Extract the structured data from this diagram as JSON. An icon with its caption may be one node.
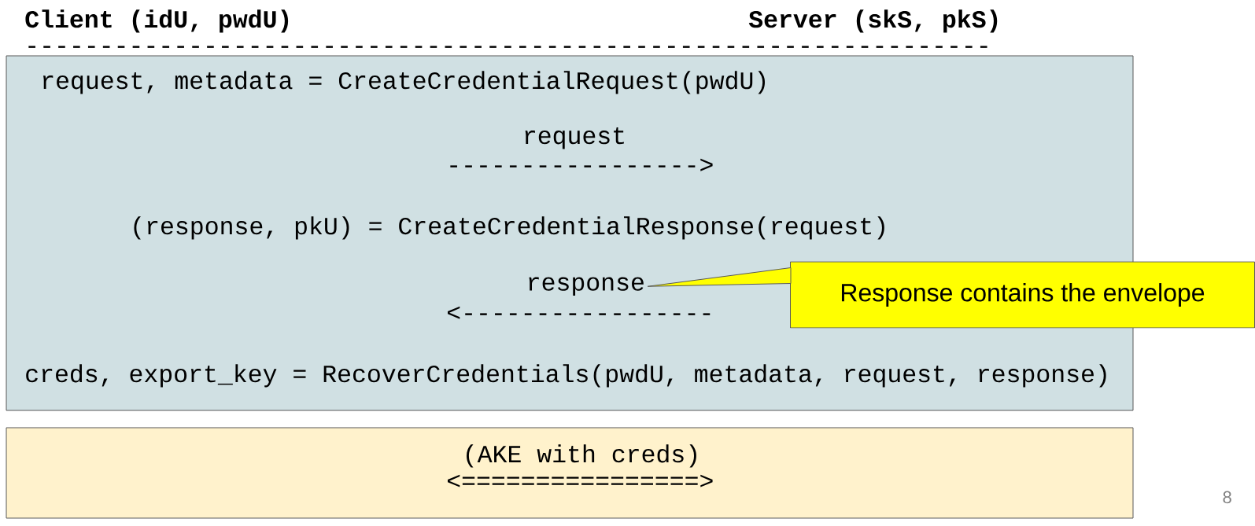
{
  "diagram": {
    "nodes": [
      {
        "text": [
          "request, metadata = CreateCredentialRequest(pwdU)",
          "request",
          "----------------->",
          "(response, pkU) = CreateCredentialResponse(request)",
          "<-----------------",
          "creds, export_key = RecoverCredentials(pwdU, metadata, request, response)"
        ]
      },
      {
        "text": [
          "response"
        ],
        "in": 0
      },
      {
        "text": [
          "Response contains the envelope"
        ]
      },
      {
        "text": [
          "(AKE with creds)",
          "<================>"
        ]
      }
    ],
    "edges": [
      {
        "from": 2,
        "to": 1,
        "arrow": "none"
      }
    ],
    "labels": [
      "Client (idU, pwdU)",
      "Server (skS, pkS)",
      "-----------------------------------------------------------------",
      "8"
    ]
  }
}
